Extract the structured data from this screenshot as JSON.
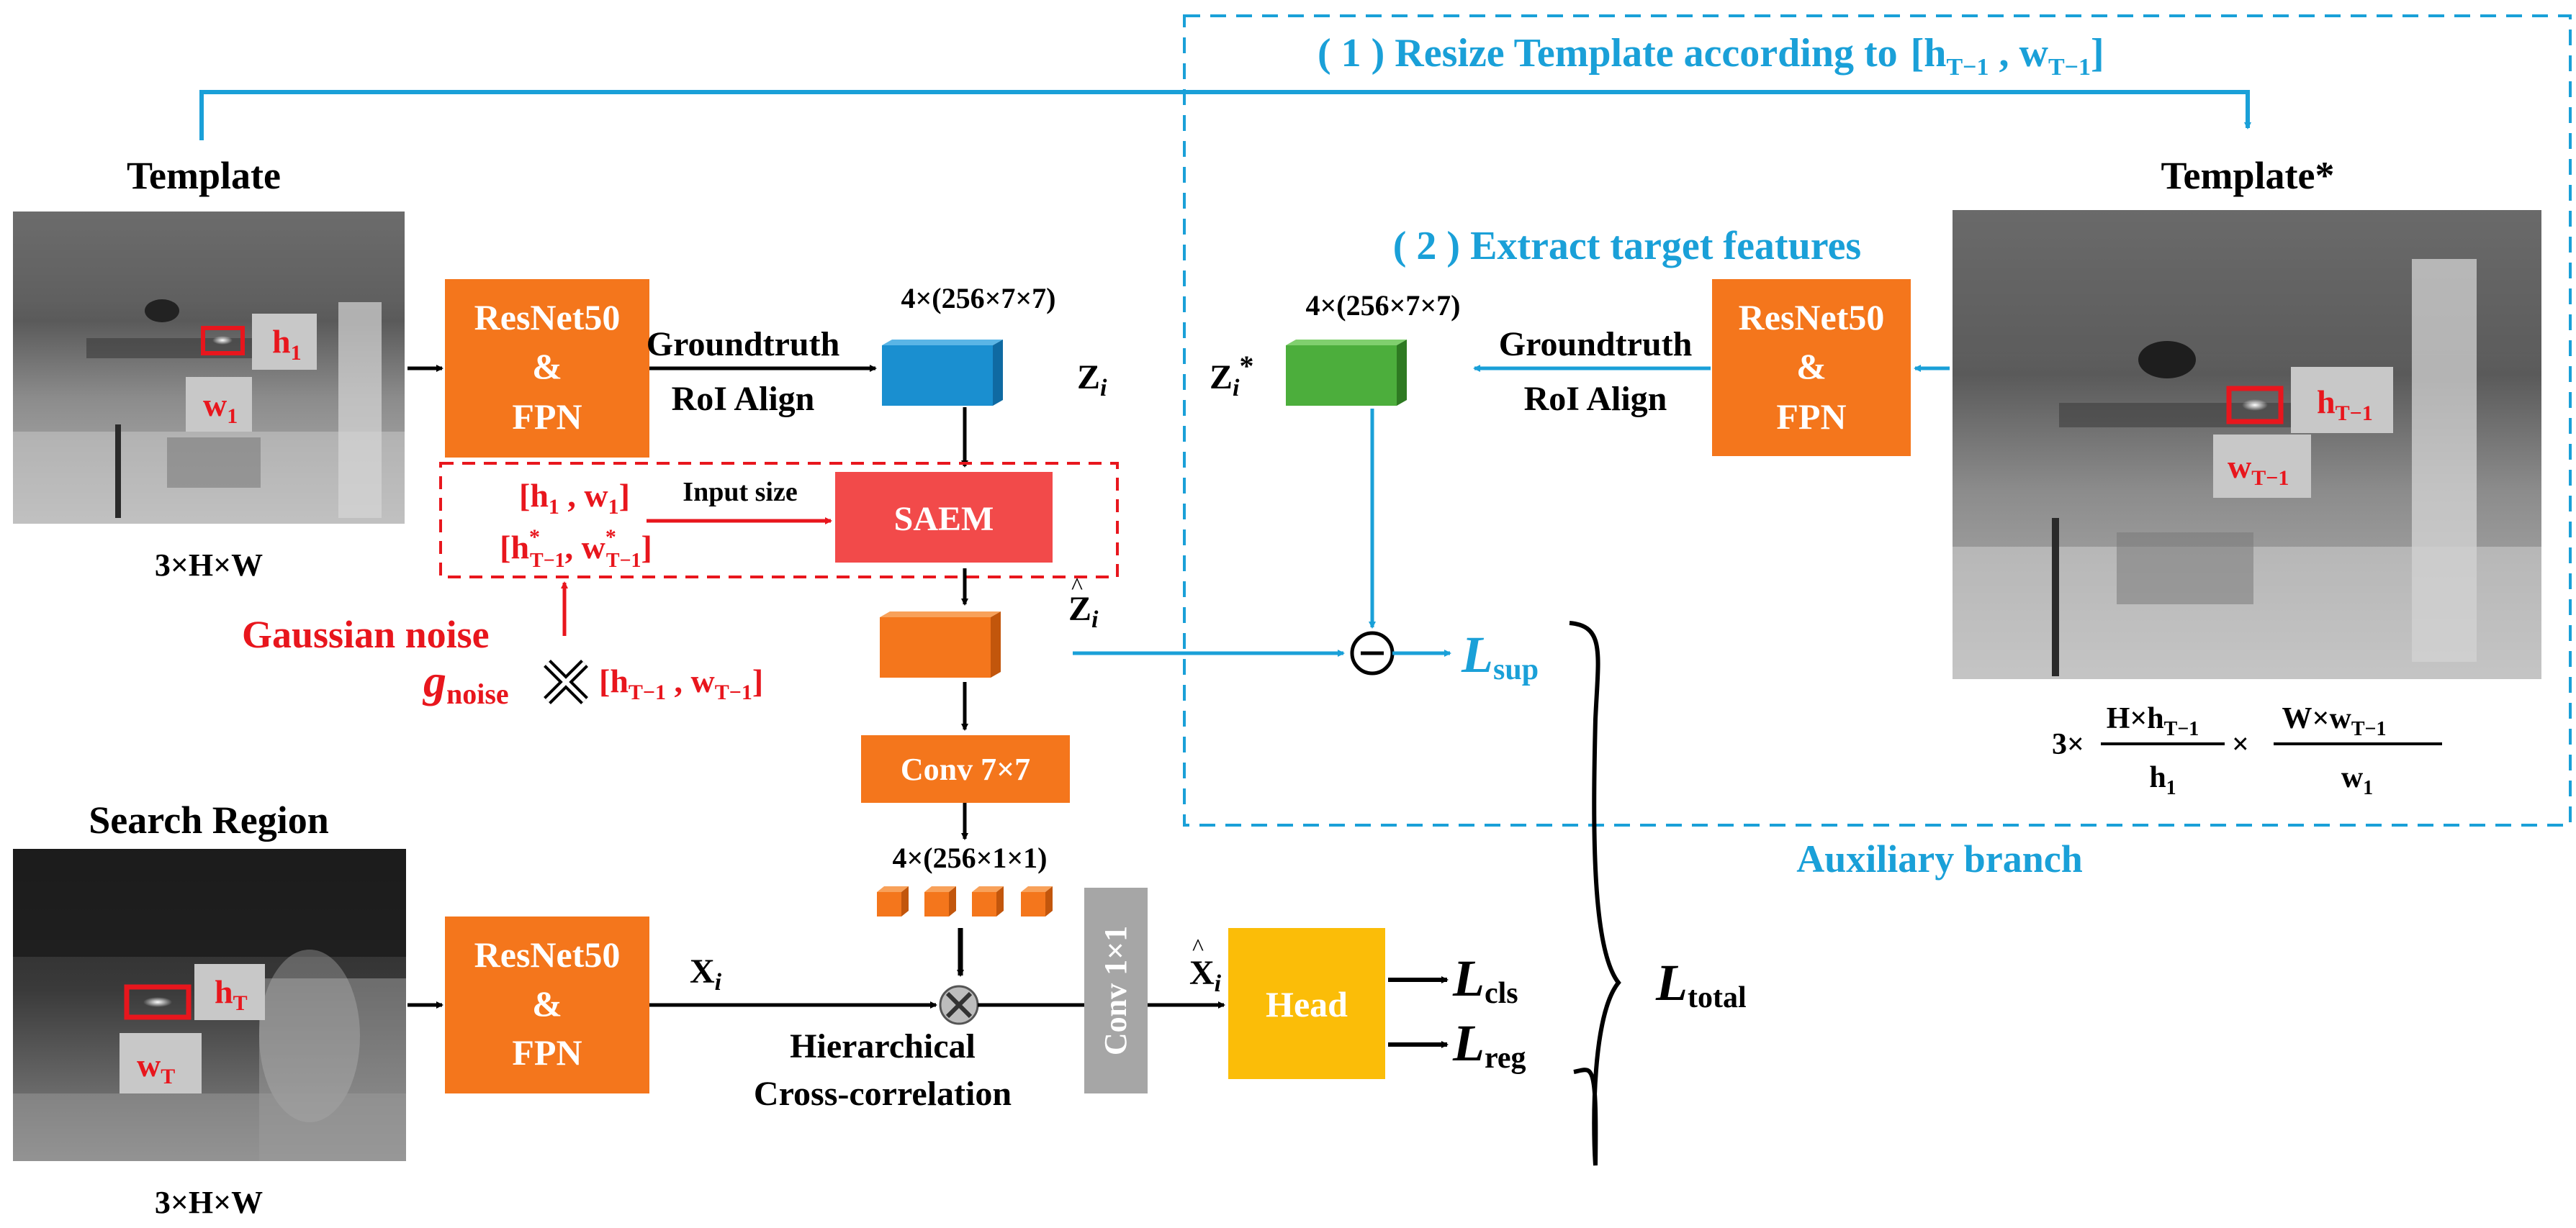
{
  "aux": {
    "step1_prefix": "( 1 ) Resize Template according to",
    "step1_h": "h",
    "step1_w": "w",
    "step1_sub": "T−1",
    "step2": "( 2 ) Extract target features",
    "branch_label": "Auxiliary branch"
  },
  "template": {
    "title": "Template",
    "h_label": "h",
    "h_sub": "1",
    "w_label": "w",
    "w_sub": "1",
    "size": "3×H×W"
  },
  "template_star": {
    "title": "Template*",
    "h_label": "h",
    "h_sub": "T−1",
    "w_label": "w",
    "w_sub": "T−1",
    "size_prefix": "3×",
    "frac1_num": "H×h",
    "frac1_num_sub": "T−1",
    "frac1_den": "h",
    "frac1_den_sub": "1",
    "times": "×",
    "frac2_num": "W×w",
    "frac2_num_sub": "T−1",
    "frac2_den": "w",
    "frac2_den_sub": "1"
  },
  "search": {
    "title": "Search Region",
    "h_label": "h",
    "h_sub": "T",
    "w_label": "w",
    "w_sub": "T",
    "size": "3×H×W"
  },
  "backbone": {
    "line1": "ResNet50",
    "line2": "&",
    "line3": "FPN"
  },
  "roi": {
    "line1": "Groundtruth",
    "line2": "RoI Align"
  },
  "feat_dims": "4×(256×7×7)",
  "feat_dims_small": "4×(256×1×1)",
  "z_label": "Z",
  "z_sub": "i",
  "zstar_label": "Z",
  "zstar_sub": "i",
  "zstar_sup": "*",
  "zhat_label": "Z",
  "zhat_sub": "i",
  "x_label": "X",
  "x_sub": "i",
  "xhat_label": "X",
  "xhat_sub": "i",
  "saem": {
    "label": "SAEM",
    "input_size": "Input size",
    "in1": "[h",
    "in1_sub": "1",
    "in1_mid": " , w",
    "in1_sub2": "1",
    "in1_end": "]",
    "in2": "[h",
    "in2_sub": "T−1",
    "in2_sup": "*",
    "in2_mid": ", w",
    "in2_sub2": "T−1",
    "in2_sup2": "*",
    "in2_end": "]"
  },
  "noise": {
    "title": "Gaussian noise",
    "g": "g",
    "g_sub": "noise",
    "bracket": "[h",
    "bracket_sub": "T−1",
    "bracket_mid": " , w",
    "bracket_sub2": "T−1",
    "bracket_end": "]"
  },
  "conv7": "Conv 7×7",
  "conv1": "Conv 1×1",
  "xcorr": {
    "line1": "Hierarchical",
    "line2": "Cross-correlation"
  },
  "head": "Head",
  "losses": {
    "L": "L",
    "sup": "sup",
    "cls": "cls",
    "reg": "reg",
    "total": "total"
  },
  "colors": {
    "orange": "#f4761c",
    "blue": "#1aa0d8",
    "red": "#e8161d",
    "saem": "#f24a4a",
    "green": "#4cae3c",
    "head": "#fbbd08",
    "conv1": "#a6a6a6"
  }
}
